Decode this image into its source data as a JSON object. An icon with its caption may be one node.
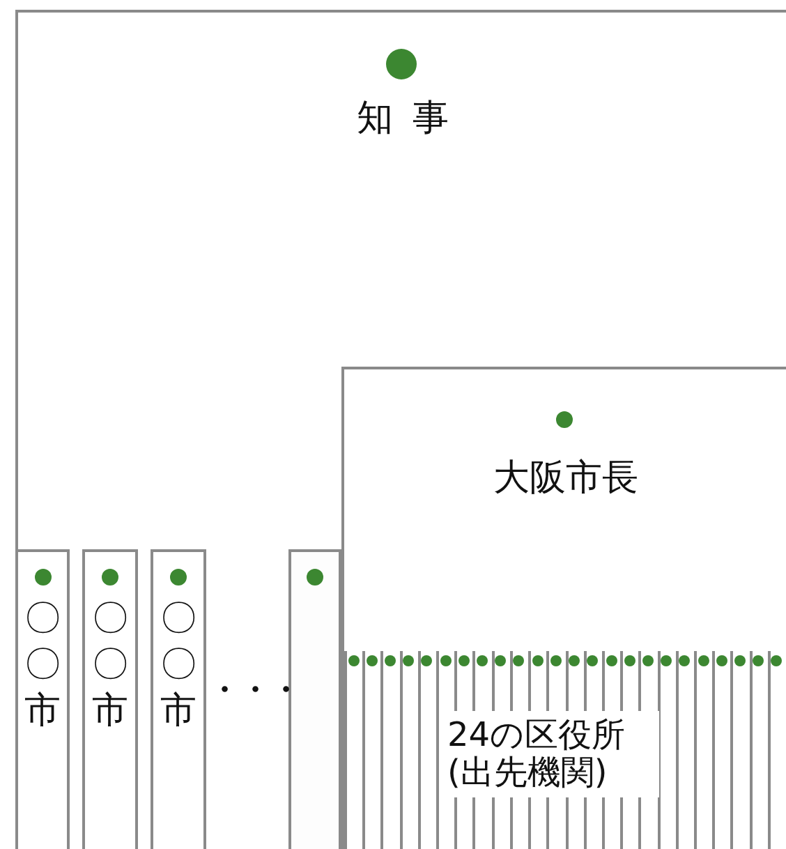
{
  "diagram": {
    "nodes": [
      {
        "text": [
          "知事"
        ]
      },
      {
        "text": [
          "〇〇市"
        ],
        "in": 0
      },
      {
        "text": [
          "〇〇市"
        ],
        "in": 0
      },
      {
        "text": [
          "〇〇市"
        ],
        "in": 0
      },
      {
        "text": [],
        "shape": "bar",
        "in": 0
      },
      {
        "text": [
          "大阪市長"
        ],
        "in": 0
      },
      {
        "text": [],
        "shape": "bar",
        "in": 5
      },
      {
        "text": [],
        "shape": "bar",
        "in": 5
      },
      {
        "text": [],
        "shape": "bar",
        "in": 5
      },
      {
        "text": [],
        "shape": "bar",
        "in": 5
      },
      {
        "text": [],
        "shape": "bar",
        "in": 5
      },
      {
        "text": [],
        "shape": "bar",
        "in": 5
      },
      {
        "text": [],
        "shape": "bar",
        "in": 5
      },
      {
        "text": [],
        "shape": "bar",
        "in": 5
      },
      {
        "text": [],
        "shape": "bar",
        "in": 5
      },
      {
        "text": [],
        "shape": "bar",
        "in": 5
      },
      {
        "text": [],
        "shape": "bar",
        "in": 5
      },
      {
        "text": [],
        "shape": "bar",
        "in": 5
      },
      {
        "text": [],
        "shape": "bar",
        "in": 5
      },
      {
        "text": [],
        "shape": "bar",
        "in": 5
      },
      {
        "text": [],
        "shape": "bar",
        "in": 5
      },
      {
        "text": [],
        "shape": "bar",
        "in": 5
      },
      {
        "text": [],
        "shape": "bar",
        "in": 5
      },
      {
        "text": [],
        "shape": "bar",
        "in": 5
      },
      {
        "text": [],
        "shape": "bar",
        "in": 5
      },
      {
        "text": [],
        "shape": "bar",
        "in": 5
      },
      {
        "text": [],
        "shape": "bar",
        "in": 5
      },
      {
        "text": [],
        "shape": "bar",
        "in": 5
      },
      {
        "text": [],
        "shape": "bar",
        "in": 5
      },
      {
        "text": [],
        "shape": "bar",
        "in": 5
      }
    ],
    "labels": [
      "・・・",
      "24の区役所 (出先機関)"
    ]
  }
}
